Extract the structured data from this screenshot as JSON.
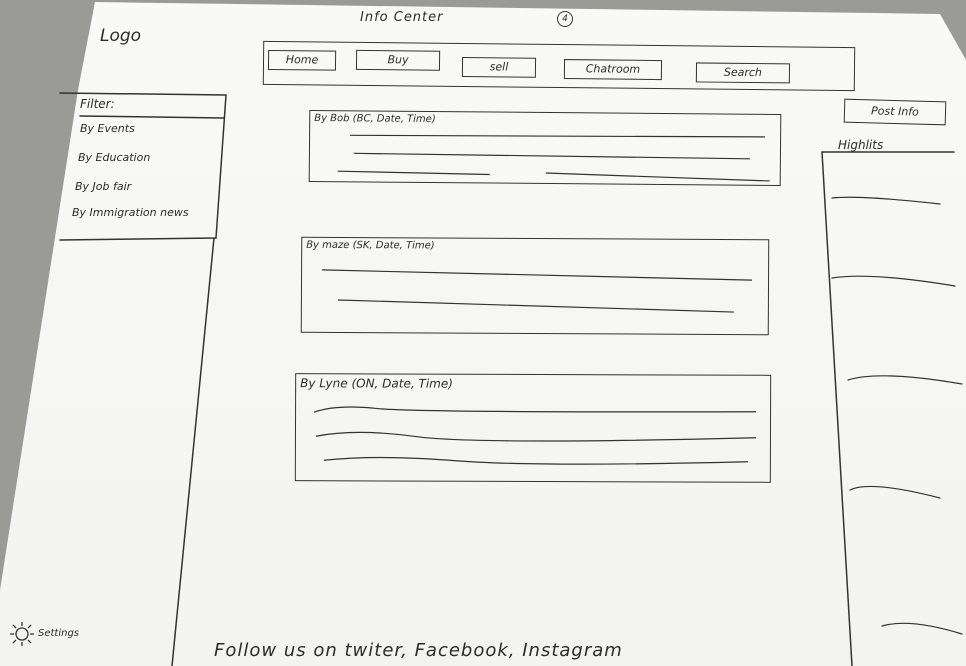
{
  "header": {
    "logo": "Logo",
    "title": "Info Center",
    "page_number": "4"
  },
  "nav": {
    "items": [
      {
        "label": "Home"
      },
      {
        "label": "Buy"
      },
      {
        "label": "sell"
      },
      {
        "label": "Chatroom"
      },
      {
        "label": "Search"
      }
    ]
  },
  "filter": {
    "title": "Filter:",
    "items": [
      {
        "label": "By Events"
      },
      {
        "label": "By Education"
      },
      {
        "label": "By Job fair"
      },
      {
        "label": "By Immigration news"
      }
    ]
  },
  "posts": [
    {
      "meta": "By Bob (BC, Date, Time)"
    },
    {
      "meta": "By maze (SK, Date, Time)"
    },
    {
      "meta": "By Lyne (ON, Date, Time)"
    }
  ],
  "sidebar": {
    "post_button": "Post Info",
    "highlights_title": "Highlits"
  },
  "footer": {
    "settings_label": "Settings",
    "follow_text": "Follow us on twiter, Facebook, Instagram"
  }
}
